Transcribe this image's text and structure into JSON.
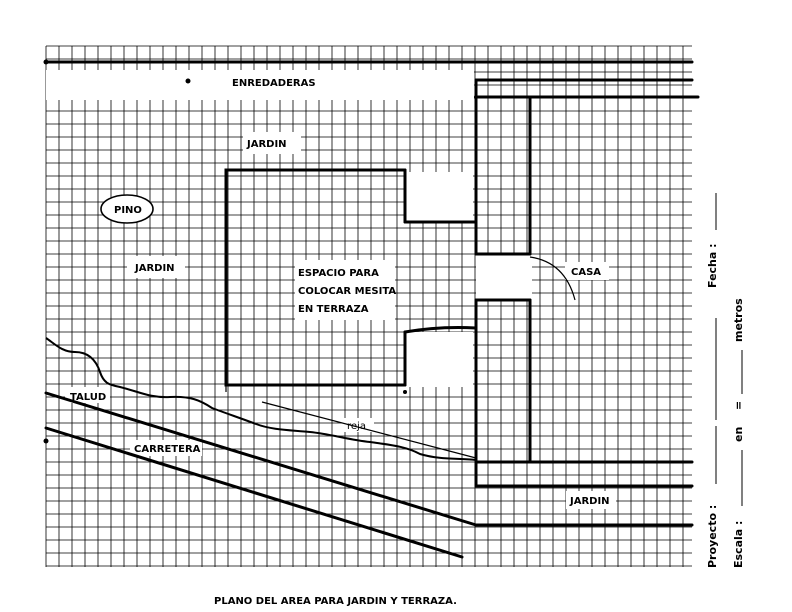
{
  "labels": {
    "enredaderas": "ENREDADERAS",
    "jardin_top": "JARDIN",
    "pino": "PINO",
    "jardin_left": "JARDIN",
    "espacio_line1": "ESPACIO PARA",
    "espacio_line2": "COLOCAR MESITA",
    "espacio_line3": "EN TERRAZA",
    "casa": "CASA",
    "talud": "TALUD",
    "carretera": "CARRETERA",
    "reja": "reja",
    "jardin_bottom": "JARDIN"
  },
  "caption": "PLANO DEL AREA PARA JARDIN Y TERRAZA.",
  "side_fields": {
    "fecha": "Fecha :",
    "metros": "metros",
    "en": "en",
    "equals": "=",
    "proyecto": "Proyecto :",
    "escala": "Escala :"
  }
}
